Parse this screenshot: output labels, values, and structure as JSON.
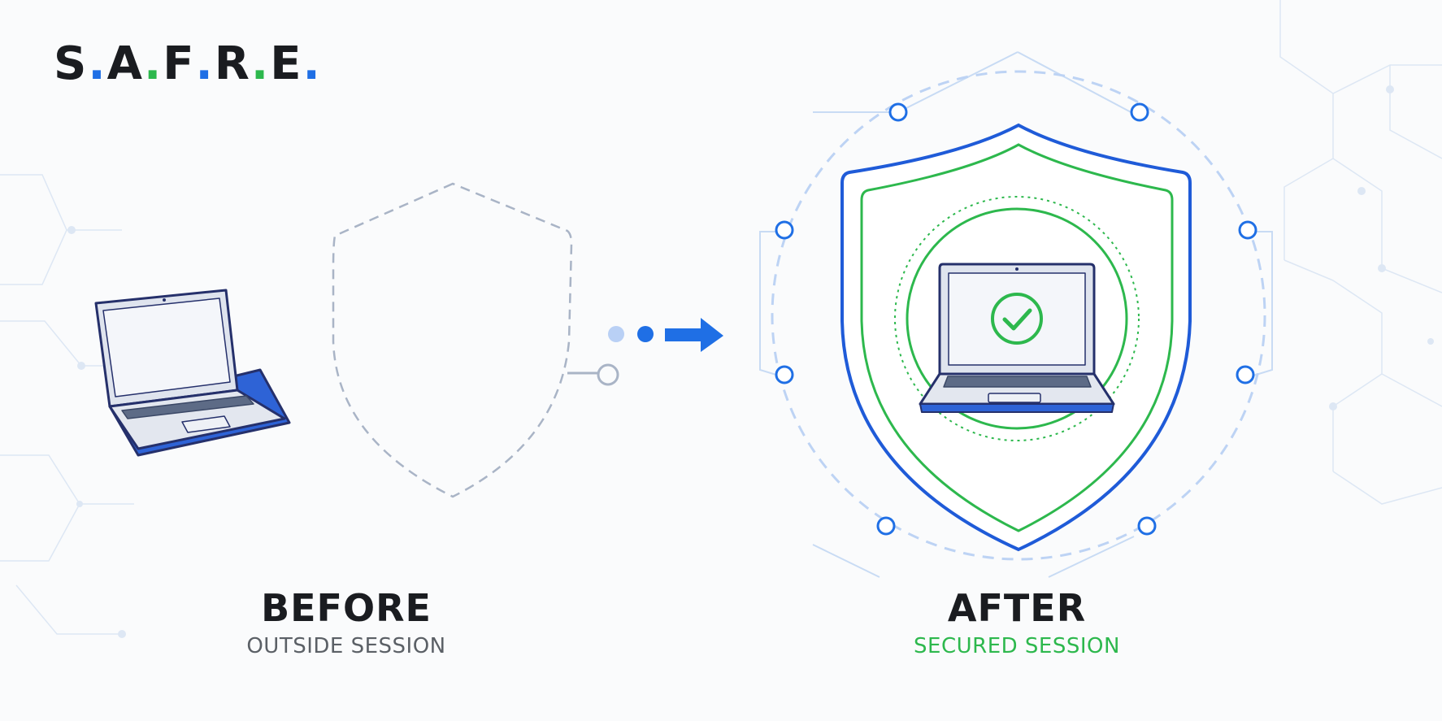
{
  "logo": {
    "letters": [
      "S",
      "A",
      "F",
      "R",
      "E"
    ],
    "dot_colors": [
      "#1f6fe5",
      "#2db84d",
      "#1f6fe5",
      "#2db84d",
      "#1f6fe5"
    ]
  },
  "before": {
    "title": "BEFORE",
    "subtitle": "OUTSIDE SESSION",
    "subtitle_color": "#5b6066"
  },
  "after": {
    "title": "AFTER",
    "subtitle": "SECURED SESSION",
    "subtitle_color": "#2db84d"
  },
  "colors": {
    "brand_blue": "#1f6fe5",
    "brand_green": "#2db84d",
    "laptop_outline": "#25306b",
    "dashed_shield": "#a9b4c6",
    "faint_network": "#dbe6f4"
  },
  "icons": {
    "before_laptop": "laptop-icon",
    "before_shield": "dashed-shield-icon",
    "transition": "arrow-right-icon",
    "after_shield": "shield-icon",
    "after_laptop": "laptop-icon",
    "check": "checkmark-icon"
  }
}
